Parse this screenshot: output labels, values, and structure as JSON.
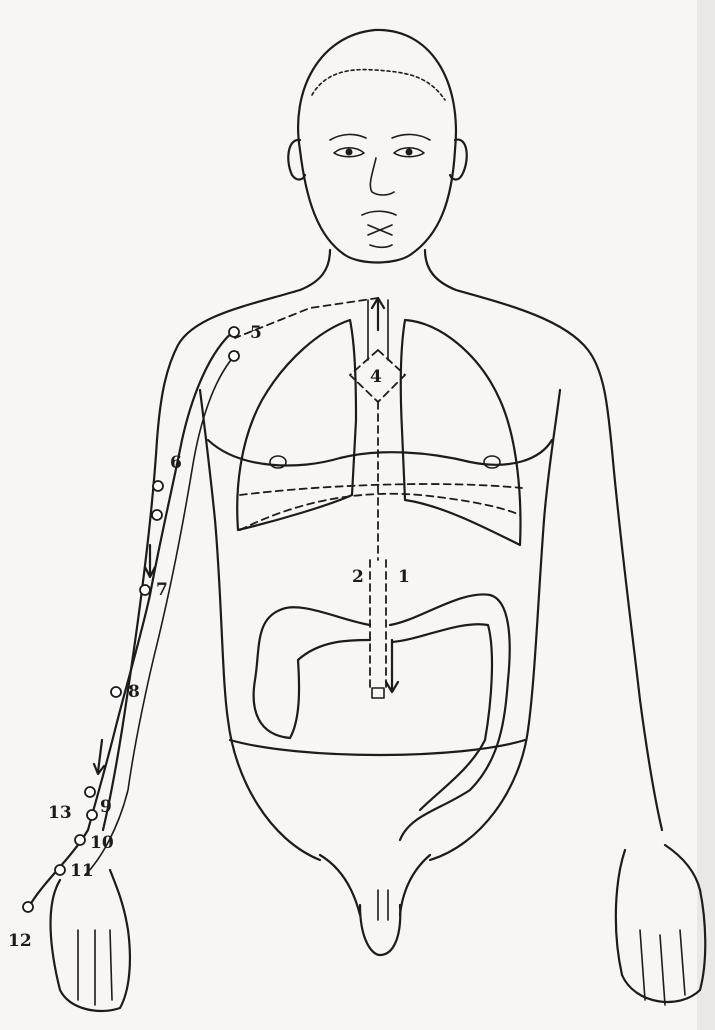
{
  "labels": {
    "l1": "1",
    "l2": "2",
    "l4": "4",
    "l5": "5",
    "l6": "6",
    "l7": "7",
    "l8": "8",
    "l9": "9",
    "l10": "10",
    "l11": "11",
    "l12": "12",
    "l13": "13"
  },
  "colors": {
    "ink": "#1c1c1c",
    "paper": "#f7f6f3"
  }
}
